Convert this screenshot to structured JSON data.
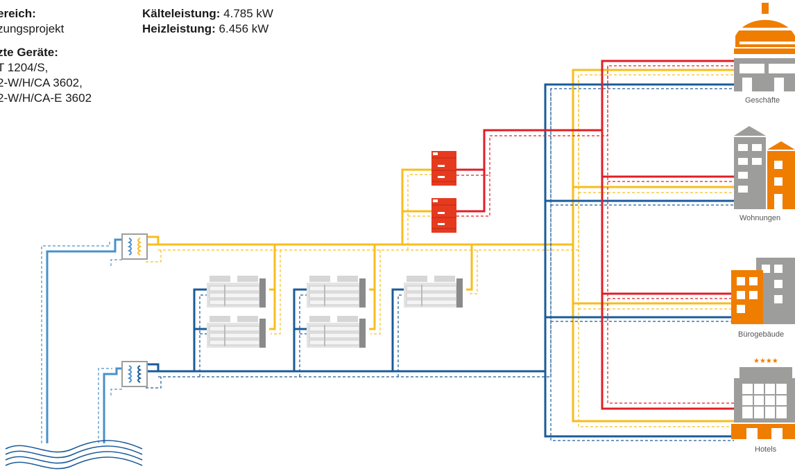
{
  "info": {
    "area_label": "ereich:",
    "area_value": "zungsprojekt",
    "devices_label": "zte Geräte:",
    "devices": [
      "T 1204/S,",
      "2-W/H/CA 3602,",
      "2-W/H/CA-E 3602"
    ],
    "cooling_label": "Kälteleistung:",
    "cooling_value": "4.785 kW",
    "heating_label": "Heizleistung:",
    "heating_value": "6.456 kW"
  },
  "buildings": {
    "shops": "Geschäfte",
    "apartments": "Wohnungen",
    "offices": "Bürogebäude",
    "hotels": "Hotels",
    "hotel_stars": "★★★★"
  },
  "colors": {
    "cold_line": "#1a5b99",
    "source_line": "#4a90c8",
    "warm_line": "#f7bd1d",
    "hot_line": "#e01e25",
    "building_accent": "#ef7d00",
    "building_gray": "#9d9d9c"
  }
}
